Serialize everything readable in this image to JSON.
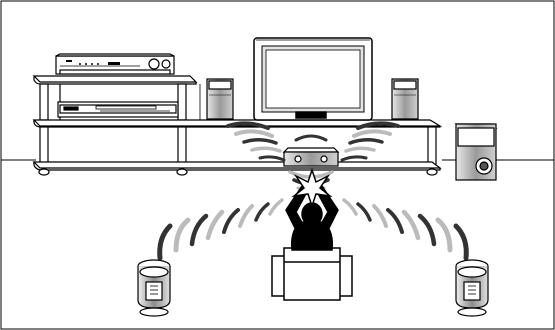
{
  "illustration": {
    "colors": {
      "line": "#000000",
      "paper": "#ffffff",
      "wave_dark": "#444444",
      "wave_light": "#bdbdbd",
      "speaker_gray": "#9a9a9a",
      "speaker_light": "#d6d6d6",
      "screen_gray": "#c8c8c8"
    },
    "components": [
      "dvd-player",
      "vcr",
      "television",
      "front-left-speaker",
      "front-right-speaker",
      "center-speaker",
      "subwoofer",
      "rear-left-speaker",
      "rear-right-speaker",
      "listener",
      "armchair"
    ]
  }
}
